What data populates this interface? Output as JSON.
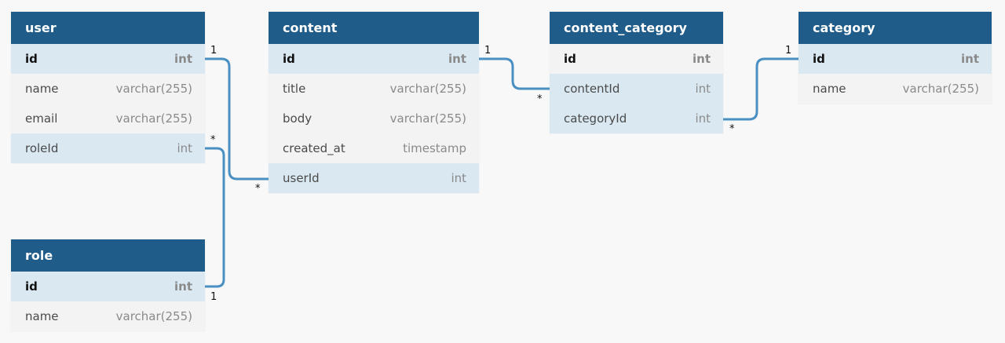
{
  "tables": {
    "user": {
      "name": "user",
      "fields": [
        {
          "name": "id",
          "type": "int"
        },
        {
          "name": "name",
          "type": "varchar(255)"
        },
        {
          "name": "email",
          "type": "varchar(255)"
        },
        {
          "name": "roleId",
          "type": "int"
        }
      ]
    },
    "content": {
      "name": "content",
      "fields": [
        {
          "name": "id",
          "type": "int"
        },
        {
          "name": "title",
          "type": "varchar(255)"
        },
        {
          "name": "body",
          "type": "varchar(255)"
        },
        {
          "name": "created_at",
          "type": "timestamp"
        },
        {
          "name": "userId",
          "type": "int"
        }
      ]
    },
    "content_category": {
      "name": "content_category",
      "fields": [
        {
          "name": "id",
          "type": "int"
        },
        {
          "name": "contentId",
          "type": "int"
        },
        {
          "name": "categoryId",
          "type": "int"
        }
      ]
    },
    "category": {
      "name": "category",
      "fields": [
        {
          "name": "id",
          "type": "int"
        },
        {
          "name": "name",
          "type": "varchar(255)"
        }
      ]
    },
    "role": {
      "name": "role",
      "fields": [
        {
          "name": "id",
          "type": "int"
        },
        {
          "name": "name",
          "type": "varchar(255)"
        }
      ]
    }
  },
  "relationships": {
    "user_content": {
      "from_label": "1",
      "to_label": "*"
    },
    "role_user": {
      "from_label": "1",
      "to_label": "*"
    },
    "content_contentcategory": {
      "from_label": "1",
      "to_label": "*"
    },
    "category_contentcategory": {
      "from_label": "1",
      "to_label": "*"
    }
  },
  "colors": {
    "header": "#1f5c8a",
    "connector": "#4a90c2",
    "highlight_row": "#d9e8f1",
    "row": "#f3f3f3"
  }
}
